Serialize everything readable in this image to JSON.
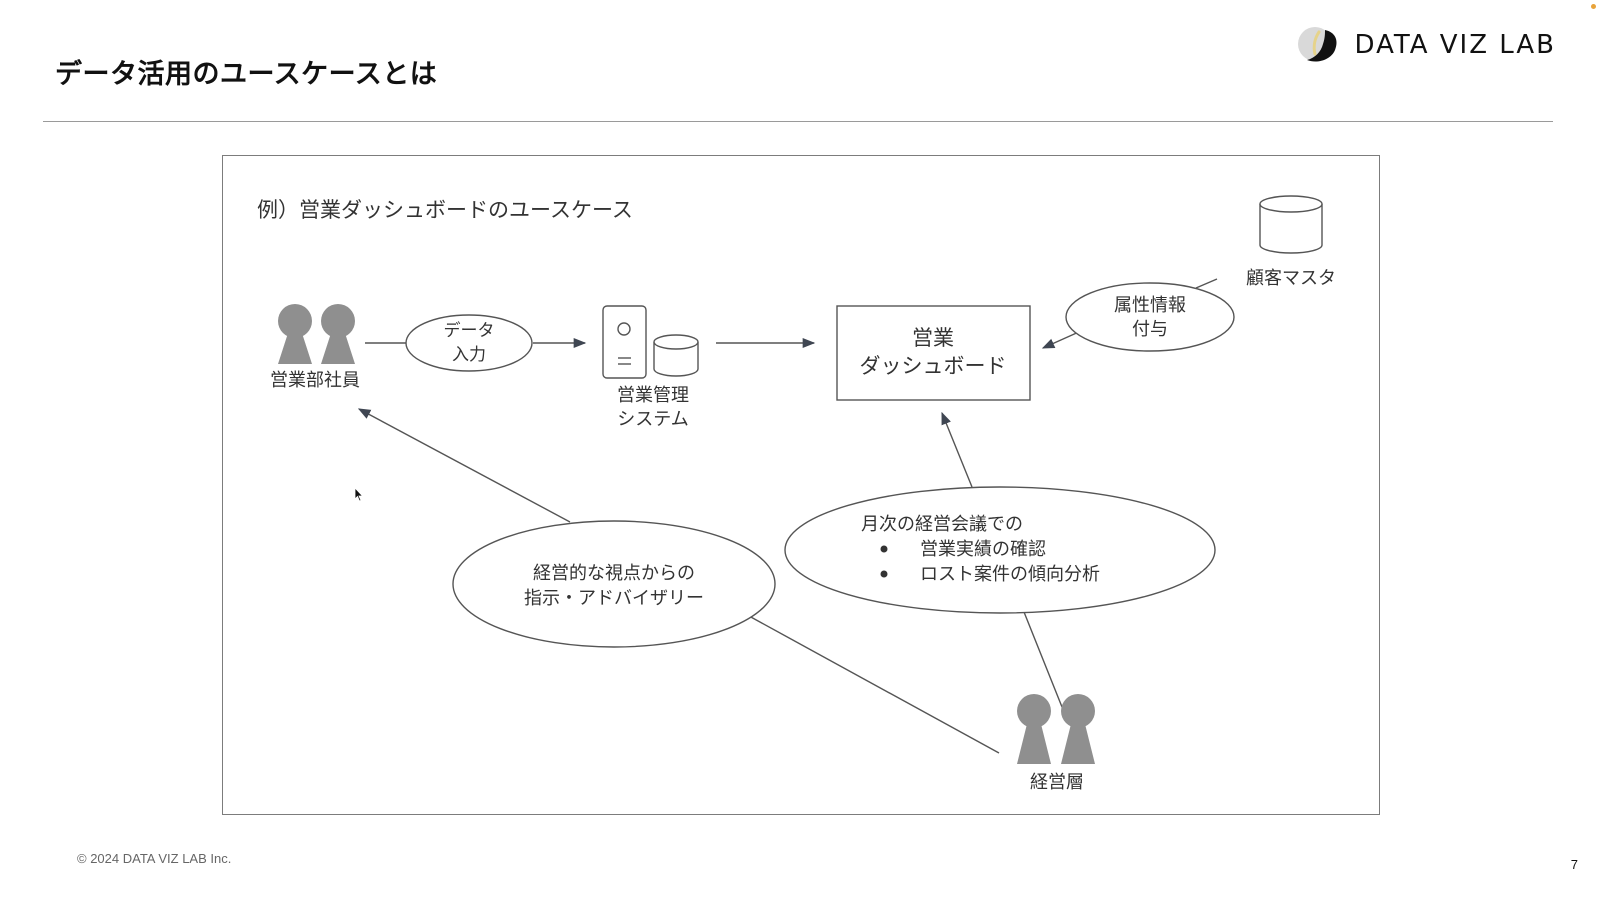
{
  "slide": {
    "title": "データ活用のユースケースとは",
    "logo_text": "DATA VIZ LAB",
    "copyright": "© 2024 DATA VIZ LAB Inc.",
    "page_number": "7"
  },
  "diagram": {
    "heading": "例）営業ダッシュボードのユースケース",
    "nodes": {
      "sales_staff": "営業部社員",
      "data_input": [
        "データ",
        "入力"
      ],
      "sales_system": [
        "営業管理",
        "システム"
      ],
      "dashboard": [
        "営業",
        "ダッシュボード"
      ],
      "attribute_info": [
        "属性情報",
        "付与"
      ],
      "customer_master": "顧客マスタ",
      "advisory": [
        "経営的な視点からの",
        "指示・アドバイザリー"
      ],
      "meeting": {
        "title": "月次の経営会議での",
        "bullets": [
          "営業実績の確認",
          "ロスト案件の傾向分析"
        ]
      },
      "management": "経営層"
    }
  },
  "colors": {
    "icon_gray": "#8f8f8f",
    "line": "#555555",
    "arrow": "#3f4652",
    "frame": "#7c7c7c"
  }
}
